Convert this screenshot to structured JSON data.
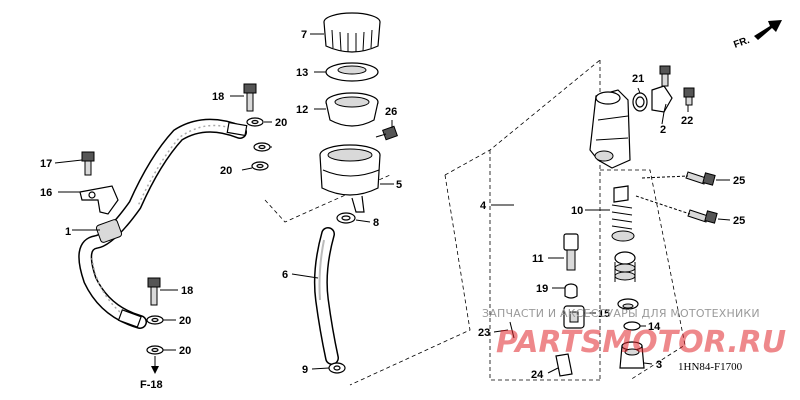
{
  "diagram": {
    "callouts": [
      {
        "num": "1"
      },
      {
        "num": "2"
      },
      {
        "num": "3"
      },
      {
        "num": "4"
      },
      {
        "num": "5"
      },
      {
        "num": "6"
      },
      {
        "num": "7"
      },
      {
        "num": "8"
      },
      {
        "num": "9"
      },
      {
        "num": "10"
      },
      {
        "num": "11"
      },
      {
        "num": "12"
      },
      {
        "num": "13"
      },
      {
        "num": "14"
      },
      {
        "num": "15"
      },
      {
        "num": "16"
      },
      {
        "num": "17"
      },
      {
        "num": "18"
      },
      {
        "num": "18"
      },
      {
        "num": "19"
      },
      {
        "num": "20"
      },
      {
        "num": "20"
      },
      {
        "num": "20"
      },
      {
        "num": "20"
      },
      {
        "num": "21"
      },
      {
        "num": "22"
      },
      {
        "num": "23"
      },
      {
        "num": "24"
      },
      {
        "num": "25"
      },
      {
        "num": "25"
      },
      {
        "num": "26"
      }
    ],
    "reference": "F-18",
    "direction_label": "FR.",
    "diagram_code": "1HN84-F1700"
  },
  "watermark": {
    "tagline": "ЗАПЧАСТИ И АКСЕССУАРЫ ДЛЯ МОТОТЕХНИКИ",
    "brand": "PARTSMOTOR.RU",
    "color": "#e0262b"
  }
}
